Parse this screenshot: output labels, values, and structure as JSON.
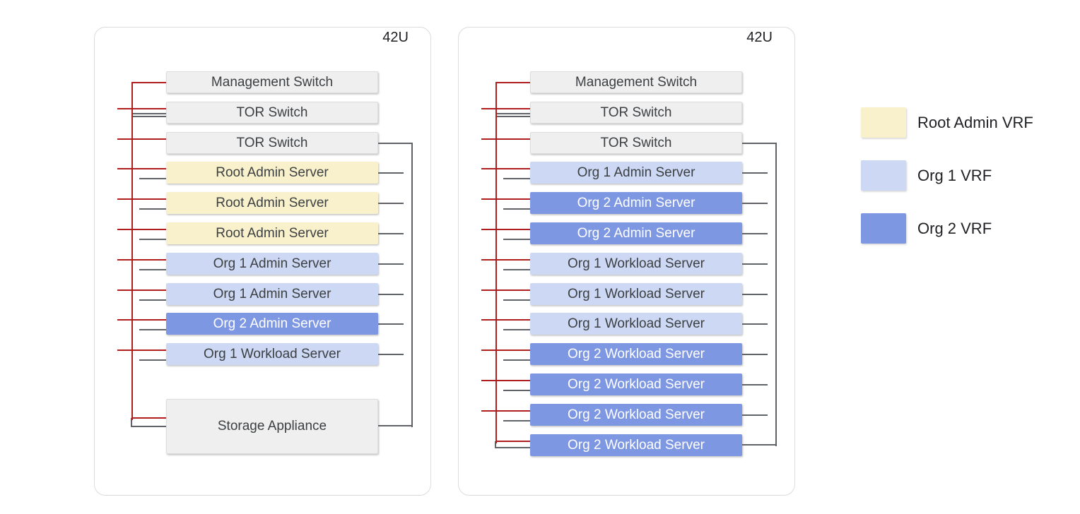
{
  "racks": [
    {
      "name": "rack-1",
      "capacity_label": "42U",
      "items": [
        {
          "label": "Management Switch",
          "type": "switch"
        },
        {
          "label": "TOR Switch",
          "type": "switch"
        },
        {
          "label": "TOR Switch",
          "type": "switch"
        },
        {
          "label": "Root Admin Server",
          "type": "root-admin"
        },
        {
          "label": "Root Admin Server",
          "type": "root-admin"
        },
        {
          "label": "Root Admin Server",
          "type": "root-admin"
        },
        {
          "label": "Org 1 Admin Server",
          "type": "org1"
        },
        {
          "label": "Org 1 Admin Server",
          "type": "org1"
        },
        {
          "label": "Org 2 Admin Server",
          "type": "org2"
        },
        {
          "label": "Org 1 Workload Server",
          "type": "org1"
        },
        {
          "label": "Storage Appliance",
          "type": "storage"
        }
      ]
    },
    {
      "name": "rack-2",
      "capacity_label": "42U",
      "items": [
        {
          "label": "Management Switch",
          "type": "switch"
        },
        {
          "label": "TOR Switch",
          "type": "switch"
        },
        {
          "label": "TOR Switch",
          "type": "switch"
        },
        {
          "label": "Org 1 Admin Server",
          "type": "org1"
        },
        {
          "label": "Org 2 Admin Server",
          "type": "org2"
        },
        {
          "label": "Org 2 Admin Server",
          "type": "org2"
        },
        {
          "label": "Org 1 Workload Server",
          "type": "org1"
        },
        {
          "label": "Org 1 Workload Server",
          "type": "org1"
        },
        {
          "label": "Org 1 Workload Server",
          "type": "org1"
        },
        {
          "label": "Org 2 Workload Server",
          "type": "org2"
        },
        {
          "label": "Org 2 Workload Server",
          "type": "org2"
        },
        {
          "label": "Org 2 Workload Server",
          "type": "org2"
        },
        {
          "label": "Org 2 Workload Server",
          "type": "org2"
        }
      ]
    }
  ],
  "legend": [
    {
      "label": "Root Admin VRF",
      "type": "root-admin",
      "color": "#F9F1CB"
    },
    {
      "label": "Org 1 VRF",
      "type": "org1",
      "color": "#CDD9F4"
    },
    {
      "label": "Org 2 VRF",
      "type": "org2",
      "color": "#7E97E3"
    }
  ],
  "colors": {
    "root_admin_vrf": "#F9F1CB",
    "org1_vrf": "#CDD9F4",
    "org2_vrf": "#7E97E3",
    "device_gray": "#EFEFEF",
    "mgmt_link_red": "#B11E1E",
    "data_link_gray": "#5F6368"
  }
}
